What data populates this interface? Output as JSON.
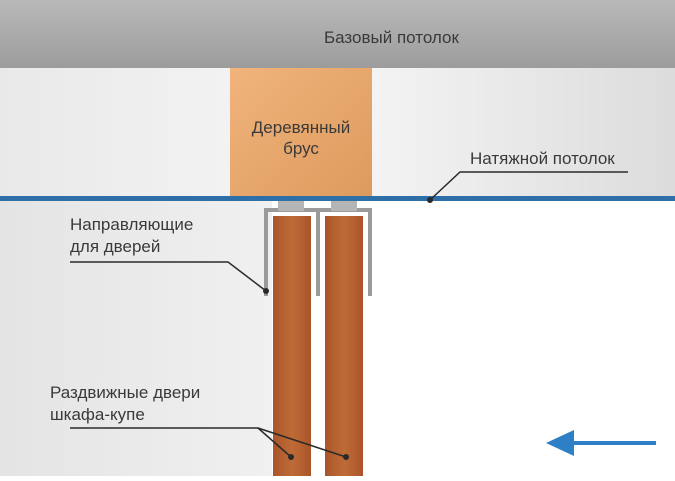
{
  "labels": {
    "base_ceiling": "Базовый потолок",
    "wood_beam_line1": "Деревянный",
    "wood_beam_line2": "брус",
    "stretch_ceiling": "Натяжной потолок",
    "door_guides_line1": "Направляющие",
    "door_guides_line2": "для дверей",
    "sliding_doors_line1": "Раздвижные двери",
    "sliding_doors_line2": "шкафа-купе"
  },
  "colors": {
    "base_ceiling": "#a8a8a8",
    "wall": "#e6e6e6",
    "wood_beam": "#e8a76e",
    "stretch_film": "#2f6fa8",
    "door_panel": "#b5612e",
    "guide_profile": "#9a9a9a",
    "arrow": "#2d7fc6",
    "text": "#3a3a3a"
  },
  "icons": {
    "direction_arrow": "left-arrow-icon"
  }
}
